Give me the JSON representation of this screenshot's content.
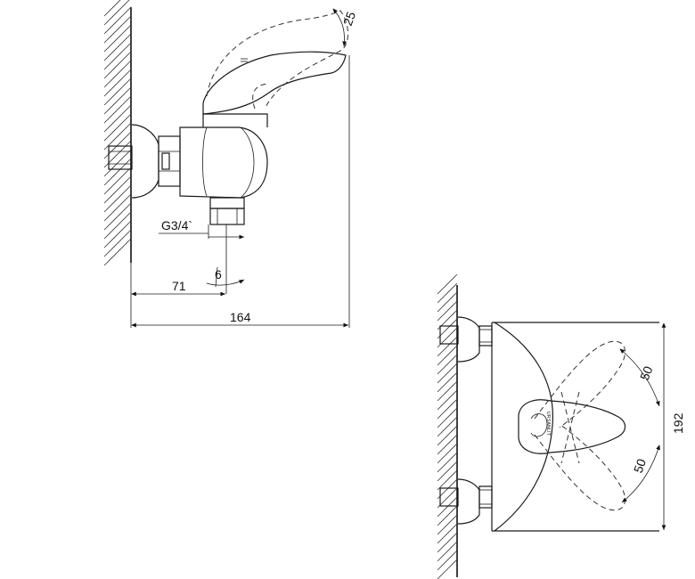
{
  "side_view": {
    "thread_label": "G3/4`",
    "dim_handle_angle": "25",
    "dim_tilt": "6",
    "dim_wall_to_outlet": "71",
    "dim_total_depth": "164"
  },
  "front_view": {
    "dim_swing_top": "50",
    "dim_swing_bottom": "50",
    "dim_height": "192",
    "brand_text": "URSANLIT"
  }
}
